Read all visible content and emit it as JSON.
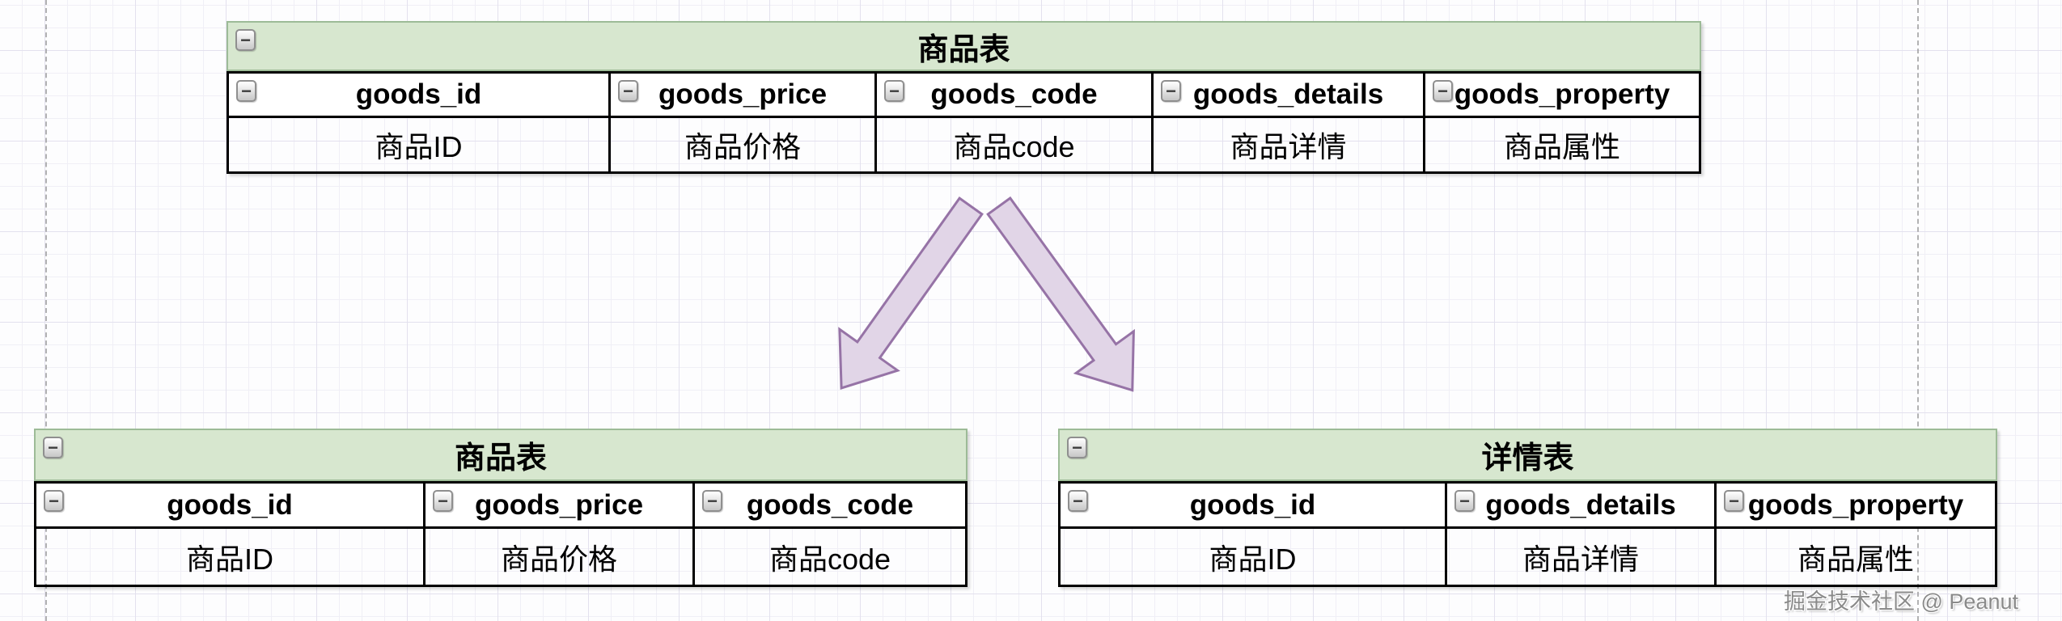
{
  "theme": {
    "table-header-fill": "#D7E7CF",
    "table-header-border": "#9DBB97",
    "table-border": "#000000",
    "arrow-fill": "#E1D5E7",
    "arrow-stroke": "#9673A6",
    "watermark-color": "#8A8A8A",
    "grid-minor": "#F0EFF6",
    "grid-major": "#E3E1EE",
    "page-break": "#9A9A9A"
  },
  "canvas": {
    "collapse_glyph": "−",
    "watermark": "掘金技术社区 @ Peanut",
    "tables": [
      {
        "id": "goods-table-top",
        "title": "商品表",
        "columns": [
          {
            "name": "goods_id",
            "value": "商品ID"
          },
          {
            "name": "goods_price",
            "value": "商品价格"
          },
          {
            "name": "goods_code",
            "value": "商品code"
          },
          {
            "name": "goods_details",
            "value": "商品详情"
          },
          {
            "name": "goods_property",
            "value": "商品属性"
          }
        ]
      },
      {
        "id": "goods-table-bottom",
        "title": "商品表",
        "columns": [
          {
            "name": "goods_id",
            "value": "商品ID"
          },
          {
            "name": "goods_price",
            "value": "商品价格"
          },
          {
            "name": "goods_code",
            "value": "商品code"
          }
        ]
      },
      {
        "id": "details-table-bottom",
        "title": "详情表",
        "columns": [
          {
            "name": "goods_id",
            "value": "商品ID"
          },
          {
            "name": "goods_details",
            "value": "商品详情"
          },
          {
            "name": "goods_property",
            "value": "商品属性"
          }
        ]
      }
    ],
    "arrows": [
      {
        "name": "split-arrow-left",
        "direction": "down-left"
      },
      {
        "name": "split-arrow-right",
        "direction": "down-right"
      }
    ]
  }
}
